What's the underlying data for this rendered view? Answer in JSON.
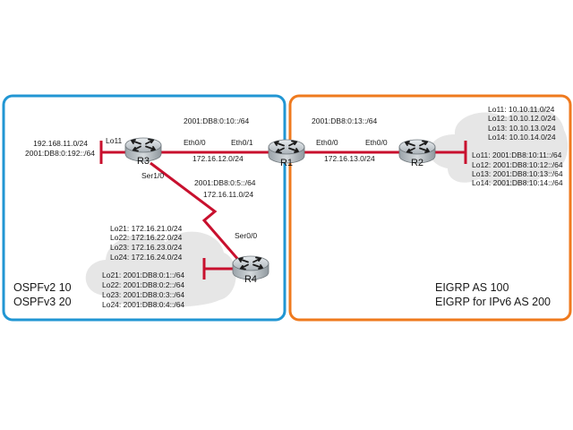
{
  "colors": {
    "left_area": "#2196d3",
    "right_area": "#ef7a1e",
    "link": "#c8102e",
    "cloud": "#e6e6e6"
  },
  "routers": {
    "r1": {
      "name": "R1"
    },
    "r2": {
      "name": "R2"
    },
    "r3": {
      "name": "R3"
    },
    "r4": {
      "name": "R4"
    }
  },
  "areas": {
    "left": {
      "protocols": [
        "OSPFv2 10",
        "OSPFv3 20"
      ]
    },
    "right": {
      "protocols": [
        "EIGRP AS 100",
        "EIGRP for IPv6 AS 200"
      ]
    }
  },
  "links": {
    "r3_r1": {
      "ipv6": "2001:DB8:0:10::/64",
      "ipv4": "172.16.12.0/24",
      "r3_if": "Eth0/0",
      "r1_if": "Eth0/1"
    },
    "r1_r2": {
      "ipv6": "2001:DB8:0:13::/64",
      "ipv4": "172.16.13.0/24",
      "r1_if": "Eth0/0",
      "r2_if": "Eth0/0"
    },
    "r3_r4": {
      "ipv6": "2001:DB8:0:5::/64",
      "ipv4": "172.16.11.0/24",
      "r3_if": "Ser1/0",
      "r4_if": "Ser0/0"
    }
  },
  "r3_lo11": {
    "name": "Lo11",
    "ipv4": "192.168.11.0/24",
    "ipv6": "2001:DB8:0:192::/64"
  },
  "r4_loopbacks": {
    "ipv4": [
      "Lo21: 172.16.21.0/24",
      "Lo22: 172.16.22.0/24",
      "Lo23: 172.16.23.0/24",
      "Lo24: 172.16.24.0/24"
    ],
    "ipv6": [
      "Lo21: 2001:DB8:0:1::/64",
      "Lo22: 2001:DB8:0:2::/64",
      "Lo23: 2001:DB8:0:3::/64",
      "Lo24: 2001:DB8:0:4::/64"
    ]
  },
  "r2_loopbacks": {
    "ipv4": [
      "Lo11: 10.10.11.0/24",
      "Lo12: 10.10.12.0/24",
      "Lo13: 10.10.13.0/24",
      "Lo14: 10.10.14.0/24"
    ],
    "ipv6": [
      "Lo11: 2001:DB8:10:11::/64",
      "Lo12: 2001:DB8:10:12::/64",
      "Lo13: 2001:DB8:10:13::/64",
      "Lo14: 2001:DB8:10:14::/64"
    ]
  }
}
